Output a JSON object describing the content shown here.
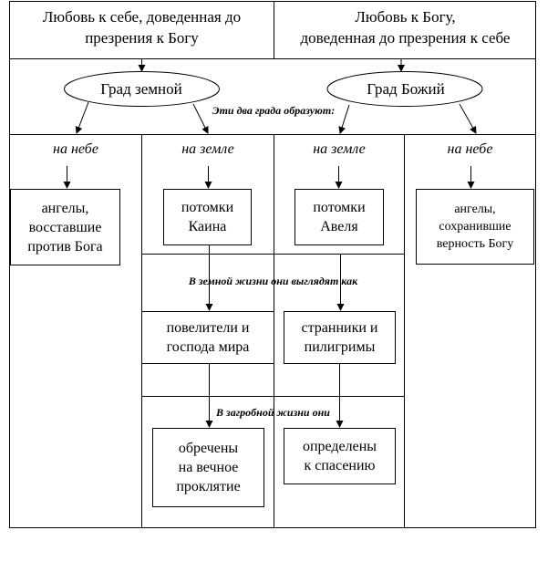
{
  "header": {
    "left": "Любовь к себе, доведенная до\nпрезрения к Богу",
    "right": "Любовь к Богу,\nдоведенная до презрения к себе"
  },
  "cities": {
    "earthly": "Град земной",
    "heavenly": "Град Божий",
    "connector_note": "Эти два града образуют:"
  },
  "columns": {
    "col1": "на небе",
    "col2": "на земле",
    "col3": "на земле",
    "col4": "на небе"
  },
  "boxes": {
    "fallen_angels": "ангелы,\nвосставшие\nпротив Бога",
    "cain": "потомки\nКаина",
    "abel": "потомки\nАвеля",
    "faithful_angels": "ангелы,\nсохранившие\nверность Богу",
    "lords": "повелители и\nгоспода мира",
    "pilgrims": "странники и\nпилигримы",
    "damned": "обречены\nна вечное\nпроклятие",
    "saved": "определены\nк спасению"
  },
  "notes": {
    "earthly_life": "В земной жизни они выглядят как",
    "afterlife": "В загробной жизни они"
  }
}
